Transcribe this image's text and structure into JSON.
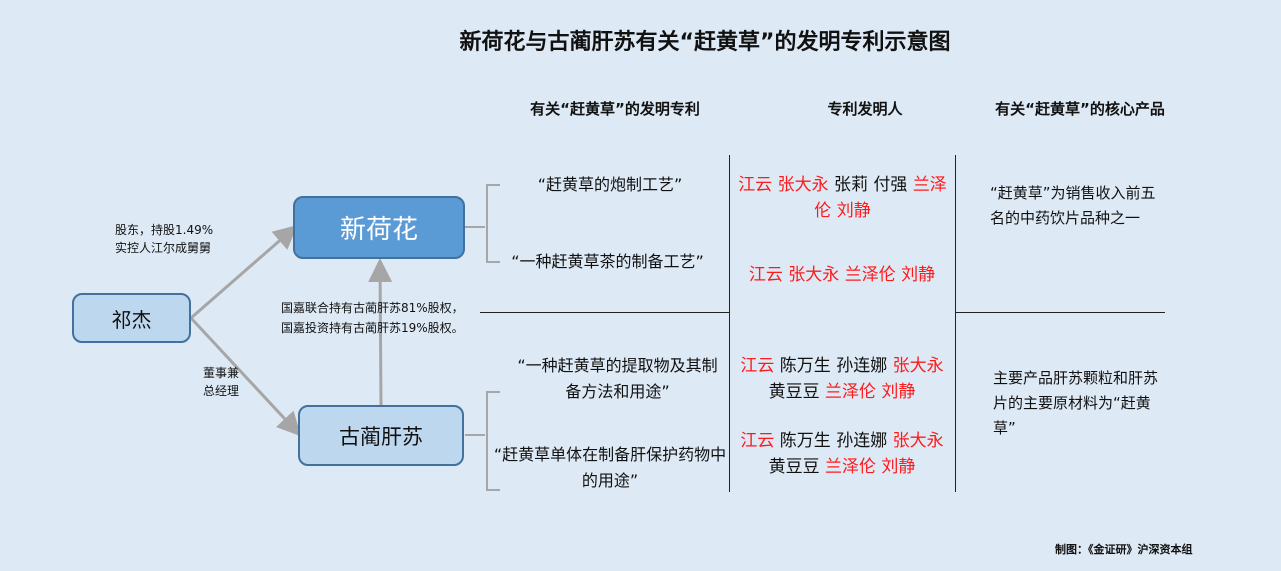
{
  "title": "新荷花与古蔺肝苏有关“赶黄草”的发明专利示意图",
  "headers": {
    "patents": "有关“赶黄草”的发明专利",
    "inventors": "专利发明人",
    "products": "有关“赶黄草”的核心产品"
  },
  "nodes": {
    "qijie": "祁杰",
    "xinhehua": "新荷花",
    "gulin": "古蔺肝苏"
  },
  "edges": {
    "qijie_xinhehua": [
      "股东，持股1.49%",
      "实控人江尔成舅舅"
    ],
    "qijie_gulin": [
      "董事兼",
      "总经理"
    ],
    "gulin_xinhehua": [
      "国嘉联合持有古蔺肝苏81%股权，",
      "国嘉投资持有古蔺肝苏19%股权。"
    ]
  },
  "patents": [
    {
      "title": "“赶黄草的炮制工艺”",
      "inventors": [
        {
          "n": "江云",
          "red": true
        },
        {
          "n": "张大永",
          "red": true
        },
        {
          "n": "张莉",
          "red": false
        },
        {
          "n": "付强",
          "red": false
        },
        {
          "n": "兰泽伦",
          "red": true
        },
        {
          "n": "刘静",
          "red": true
        }
      ]
    },
    {
      "title": "“一种赶黄草茶的制备工艺”",
      "inventors": [
        {
          "n": "江云",
          "red": true
        },
        {
          "n": "张大永",
          "red": true
        },
        {
          "n": "兰泽伦",
          "red": true
        },
        {
          "n": "刘静",
          "red": true
        }
      ]
    },
    {
      "title": "“一种赶黄草的提取物及其制备方法和用途”",
      "inventors": [
        {
          "n": "江云",
          "red": true
        },
        {
          "n": "陈万生",
          "red": false
        },
        {
          "n": "孙连娜",
          "red": false
        },
        {
          "n": "张大永",
          "red": true
        },
        {
          "n": "黄豆豆",
          "red": false
        },
        {
          "n": "兰泽伦",
          "red": true
        },
        {
          "n": "刘静",
          "red": true
        }
      ]
    },
    {
      "title": "“赶黄草单体在制备肝保护药物中的用途”",
      "inventors": [
        {
          "n": "江云",
          "red": true
        },
        {
          "n": "陈万生",
          "red": false
        },
        {
          "n": "孙连娜",
          "red": false
        },
        {
          "n": "张大永",
          "red": true
        },
        {
          "n": "黄豆豆",
          "red": false
        },
        {
          "n": "兰泽伦",
          "red": true
        },
        {
          "n": "刘静",
          "red": true
        }
      ]
    }
  ],
  "products": [
    "“赶黄草”为销售收入前五名的中药饮片品种之一",
    "主要产品肝苏颗粒和肝苏片的主要原材料为“赶黄草”"
  ],
  "credit": "制图：《金证研》沪深资本组",
  "colors": {
    "bg": "#dde9f5",
    "primary": "#5b9bd5",
    "secondary": "#bdd7ee",
    "highlight": "#ff1a1a"
  }
}
